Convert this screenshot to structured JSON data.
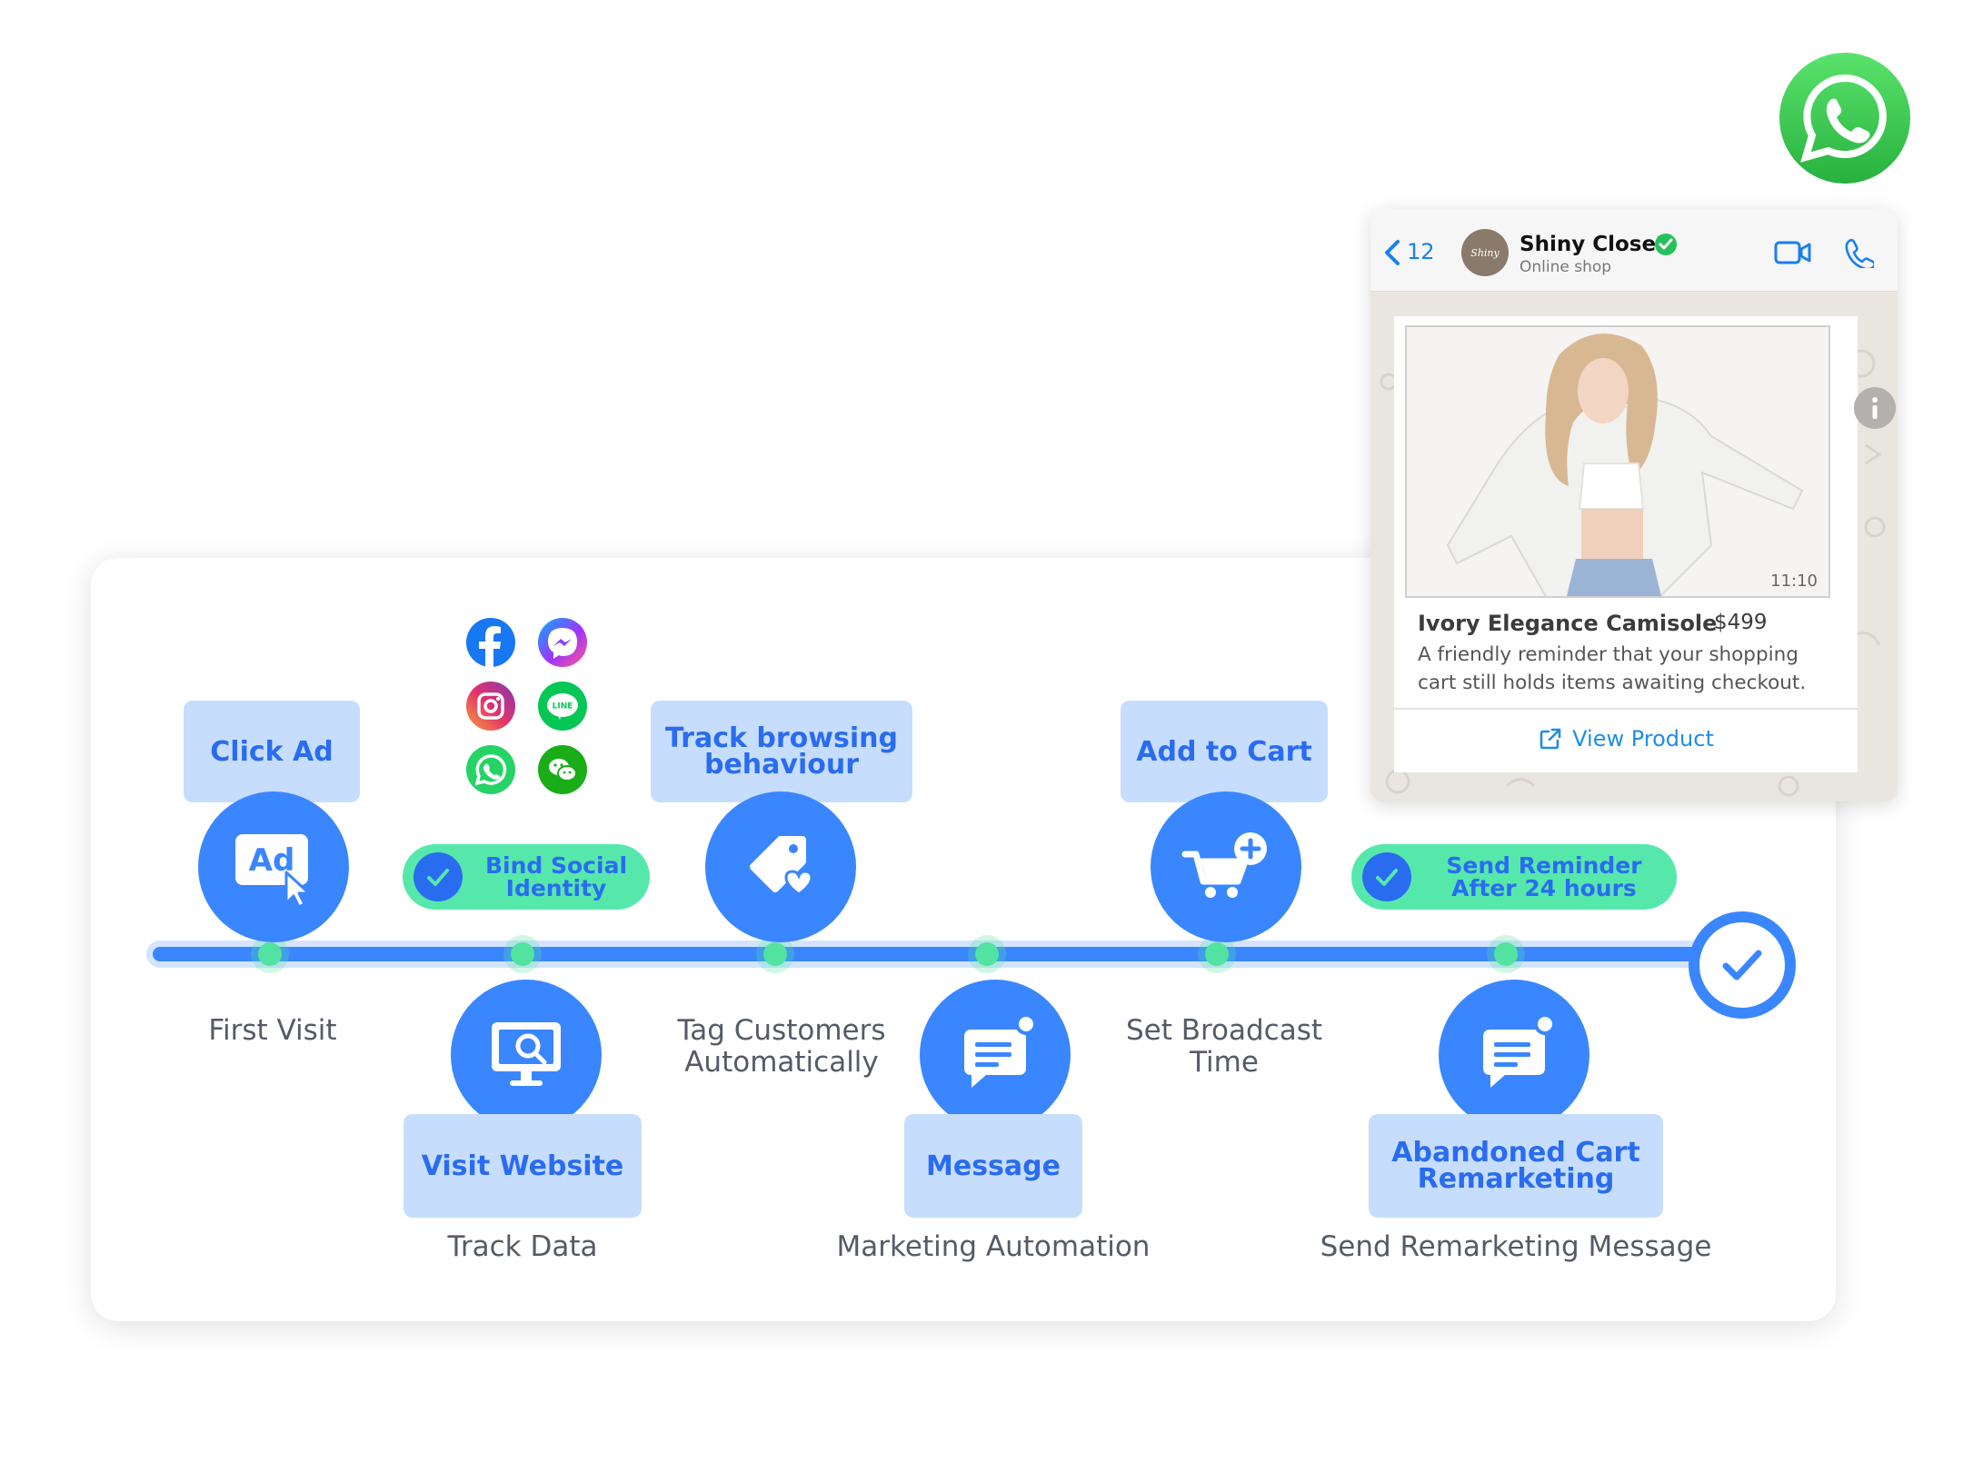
{
  "chat": {
    "back_count": "12",
    "shop_name": "Shiny Closet",
    "shop_subtitle": "Online shop",
    "avatar_text": "Shiny",
    "time": "11:10",
    "product_name": "Ivory Elegance Camisole",
    "price": "$499",
    "message_line1": "A friendly reminder that your shopping",
    "message_line2": "cart still holds items awaiting checkout.",
    "view_product": "View Product"
  },
  "steps": {
    "click_ad": "Click Ad",
    "ad_icon_text": "Ad",
    "first_visit": "First Visit",
    "bind_social_1": "Bind Social",
    "bind_social_2": "Identity",
    "visit_website": "Visit Website",
    "track_data": "Track Data",
    "track_browsing_1": "Track browsing",
    "track_browsing_2": "behaviour",
    "tag_customers_1": "Tag Customers",
    "tag_customers_2": "Automatically",
    "message": "Message",
    "marketing_automation": "Marketing Automation",
    "add_to_cart": "Add to Cart",
    "set_broadcast_1": "Set Broadcast",
    "set_broadcast_2": "Time",
    "send_reminder_1": "Send Reminder",
    "send_reminder_2": "After 24 hours",
    "abandoned_1": "Abandoned Cart",
    "abandoned_2": "Remarketing",
    "send_remarketing": "Send Remarketing Message"
  },
  "social_icons": [
    "facebook-icon",
    "messenger-icon",
    "instagram-icon",
    "line-icon",
    "whatsapp-icon",
    "wechat-icon"
  ],
  "line_icon_text": "LINE",
  "colors": {
    "primary_blue": "#3a86ff",
    "label_bg": "#c7ddfd",
    "label_text": "#2a6cf0",
    "green_pill": "#56e8ab",
    "whatsapp_green": "#25d366",
    "caption_gray": "#555b66"
  }
}
